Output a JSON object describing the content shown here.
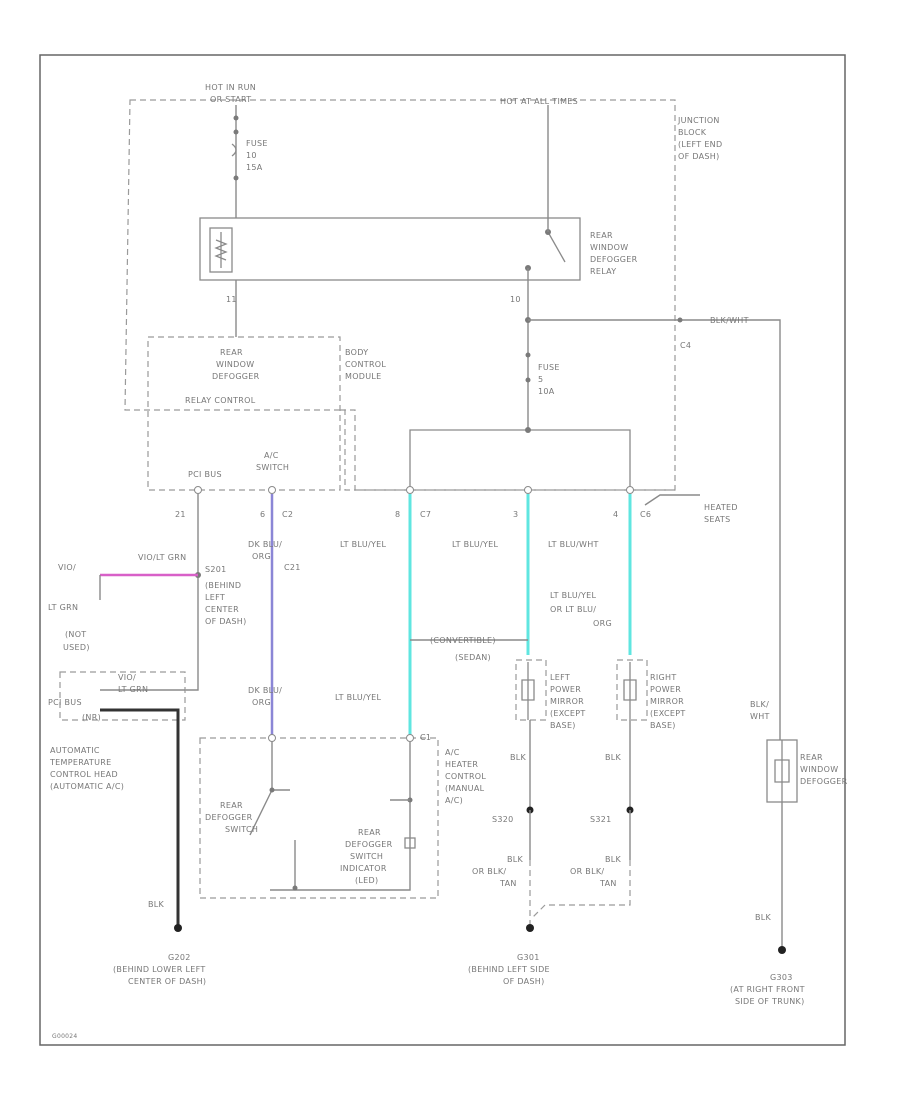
{
  "labels": {
    "hot_run_start": [
      "HOT IN RUN",
      "OR START"
    ],
    "hot_at_all_times": "HOT AT ALL TIMES",
    "junction_block": [
      "JUNCTION",
      "BLOCK",
      "(LEFT END",
      "OF DASH)"
    ],
    "fuse_left": [
      "FUSE",
      "10",
      "15A"
    ],
    "relay": [
      "REAR",
      "WINDOW",
      "DEFOGGER",
      "RELAY"
    ],
    "pin_11": "11",
    "pin_10": "10",
    "pin_c4": "C4",
    "blk_wht_top": "BLK/WHT",
    "relay_control": [
      "REAR",
      "WINDOW",
      "DEFOGGER",
      "RELAY CONTROL"
    ],
    "bcm": [
      "BODY",
      "CONTROL",
      "MODULE"
    ],
    "fuse_right": [
      "FUSE",
      "5",
      "10A"
    ],
    "pin_pcbus": "PCI BUS",
    "pin_ac_switch": [
      "A/C",
      "SWITCH"
    ],
    "pin_21": "21",
    "pin_6": "6",
    "pin_c2": "C2",
    "pin_8": "8",
    "pin_c7": "C7",
    "pin_3": "3",
    "pin_4": "4",
    "pin_c6": "C6",
    "heated_seats": [
      "HEATED",
      "SEATS"
    ],
    "vio_lt_grn": "VIO/LT GRN",
    "s201": [
      "S201",
      "(BEHIND",
      "LEFT",
      "CENTER",
      "OF DASH)"
    ],
    "dk_blu_org_1": [
      "DK BLU/",
      "ORG"
    ],
    "c21": "C21",
    "lt_blu_yel_1": "LT BLU/YEL",
    "lt_blu_yel_2": "LT BLU/YEL",
    "lt_blu_wht": "LT BLU/WHT",
    "vio_left": [
      "VIO/",
      "LT GRN"
    ],
    "not_used": [
      "(NOT",
      "USED)"
    ],
    "vio_box": [
      "VIO/",
      "LT GRN"
    ],
    "pci_bus_box": [
      "PCI BUS",
      "(NR)"
    ],
    "atc": [
      "AUTOMATIC",
      "TEMPERATURE",
      "CONTROL HEAD",
      "(AUTOMATIC A/C)"
    ],
    "convertible": "(CONVERTIBLE)",
    "sedan": "(SEDAN)",
    "lt_blu_yel_3": [
      "LT BLU/YEL",
      "OR LT BLU/",
      "ORG"
    ],
    "dk_blu_org_2": [
      "DK BLU/",
      "ORG"
    ],
    "lt_blu_yel_4": "LT BLU/YEL",
    "left_mirror": [
      "LEFT",
      "POWER",
      "MIRROR",
      "(EXCEPT",
      "BASE)"
    ],
    "right_mirror": [
      "RIGHT",
      "POWER",
      "MIRROR",
      "(EXCEPT",
      "BASE)"
    ],
    "pin_c1": "C1",
    "ac_heater": [
      "A/C",
      "HEATER",
      "CONTROL",
      "(MANUAL",
      "A/C)"
    ],
    "rear_defogger_switch": [
      "REAR",
      "DEFOGGER",
      "SWITCH"
    ],
    "indicator": [
      "REAR",
      "DEFOGGER",
      "SWITCH",
      "INDICATOR",
      "(LED)"
    ],
    "blk_wht_right": [
      "BLK/",
      "WHT"
    ],
    "rear_window_defogger": [
      "REAR",
      "WINDOW",
      "DEFOGGER"
    ],
    "blk_1": "BLK",
    "blk_2": "BLK",
    "blk_3": "BLK",
    "blk_4": "BLK",
    "s320": "S320",
    "s321": "S321",
    "blk_tan_1": [
      "BLK",
      "OR BLK/",
      "TAN"
    ],
    "blk_tan_2": [
      "BLK",
      "OR BLK/",
      "TAN"
    ],
    "g202": [
      "G202",
      "(BEHIND LOWER LEFT",
      "CENTER OF DASH)"
    ],
    "g301": [
      "G301",
      "(BEHIND LEFT SIDE",
      "OF DASH)"
    ],
    "g303": [
      "G303",
      "(AT RIGHT FRONT",
      "SIDE OF TRUNK)"
    ],
    "fig_id": "G00024"
  }
}
